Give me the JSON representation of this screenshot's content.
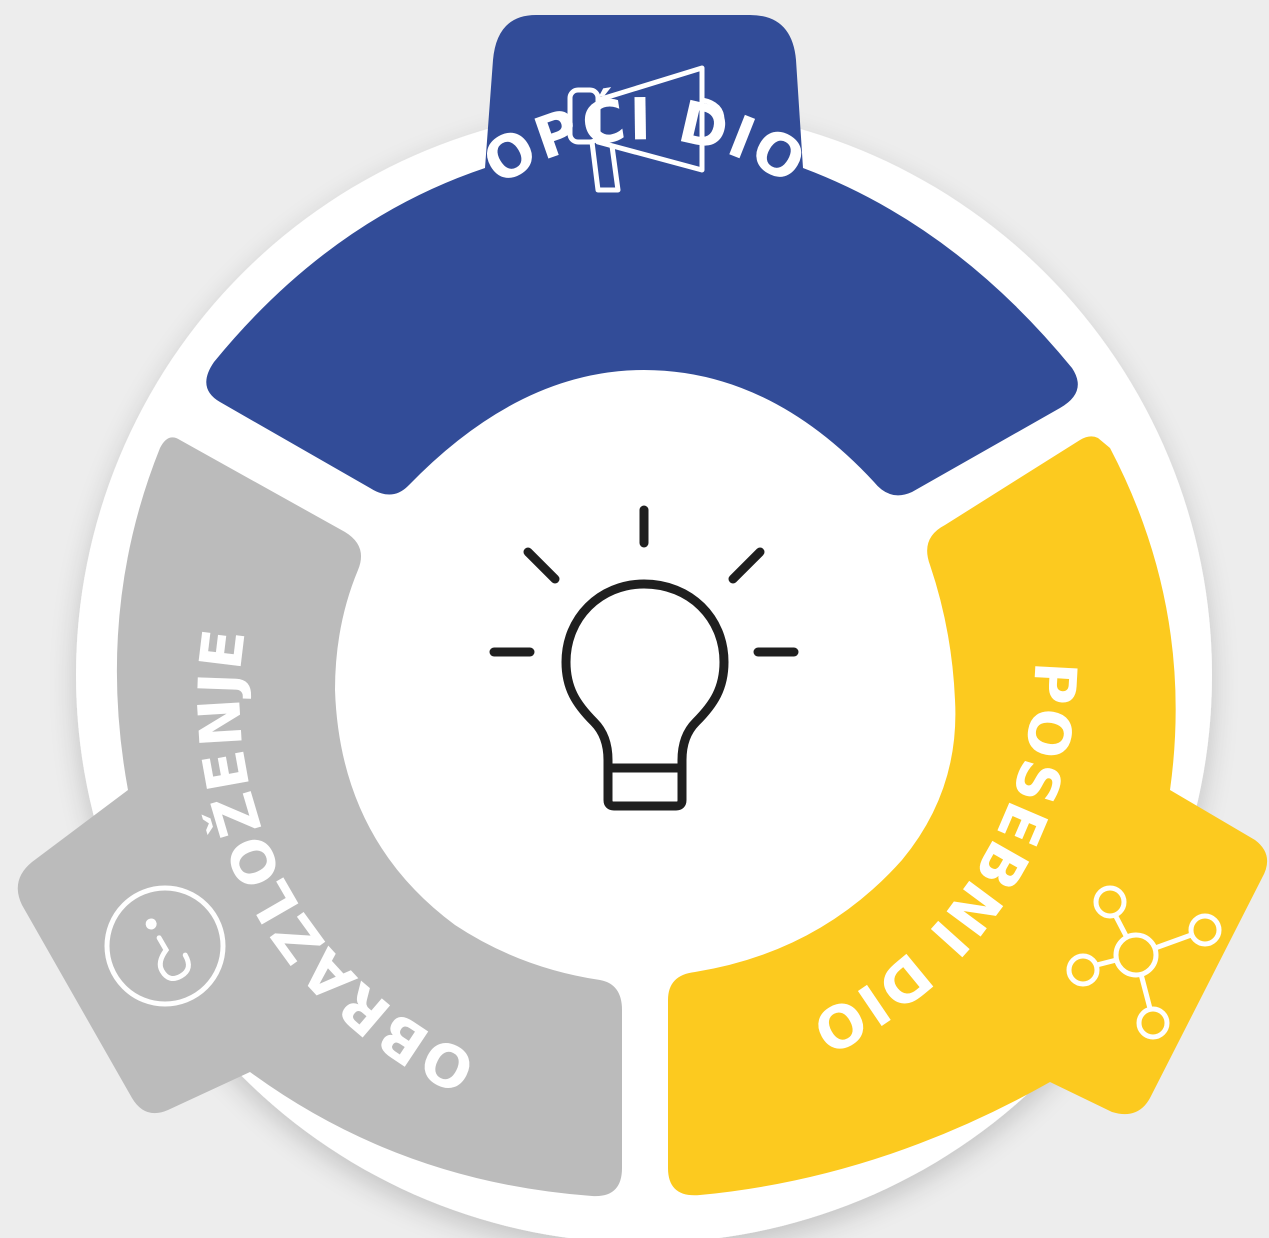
{
  "segments": [
    {
      "id": "opci",
      "label": "OPĆI DIO",
      "color": "#324c98",
      "icon": "megaphone-icon"
    },
    {
      "id": "posebni",
      "label": "POSEBNI DIO",
      "color": "#fcca1f",
      "icon": "network-nodes-icon"
    },
    {
      "id": "obrazlozenje",
      "label": "OBRAZLOŽENJE",
      "color": "#bbbbbb",
      "icon": "question-circle-icon"
    }
  ],
  "center": {
    "icon": "lightbulb-icon",
    "color": "#ffffff"
  },
  "ring_color": "#ffffff",
  "background": "#ededed"
}
